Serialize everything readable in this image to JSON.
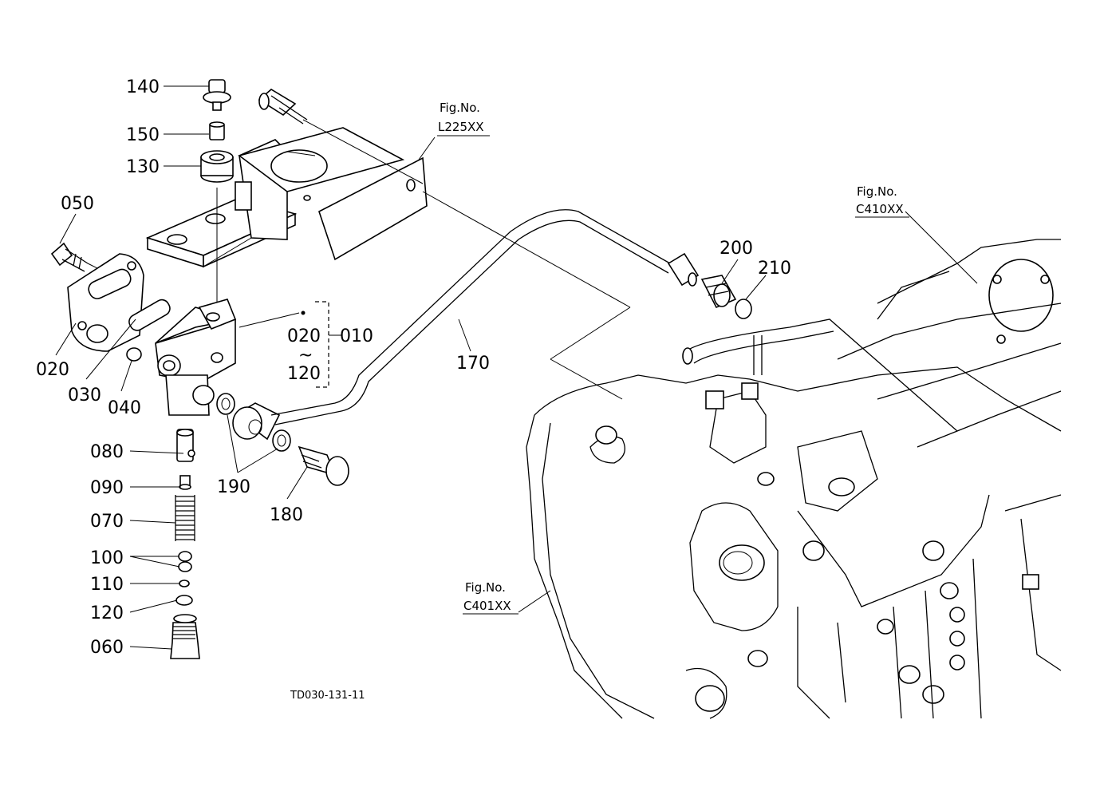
{
  "diagram": {
    "part_labels": [
      "140",
      "150",
      "130",
      "050",
      "020",
      "030",
      "040",
      "080",
      "090",
      "070",
      "100",
      "110",
      "120",
      "060",
      "190",
      "180",
      "170",
      "200",
      "210"
    ],
    "range_label": {
      "from": "020",
      "tilde": "~",
      "to": "120",
      "assembly": "010"
    },
    "figure_refs": [
      {
        "prefix": "Fig.No.",
        "code": "L225XX"
      },
      {
        "prefix": "Fig.No.",
        "code": "C410XX"
      },
      {
        "prefix": "Fig.No.",
        "code": "C401XX"
      }
    ],
    "drawing_code": "TD030-131-11"
  }
}
